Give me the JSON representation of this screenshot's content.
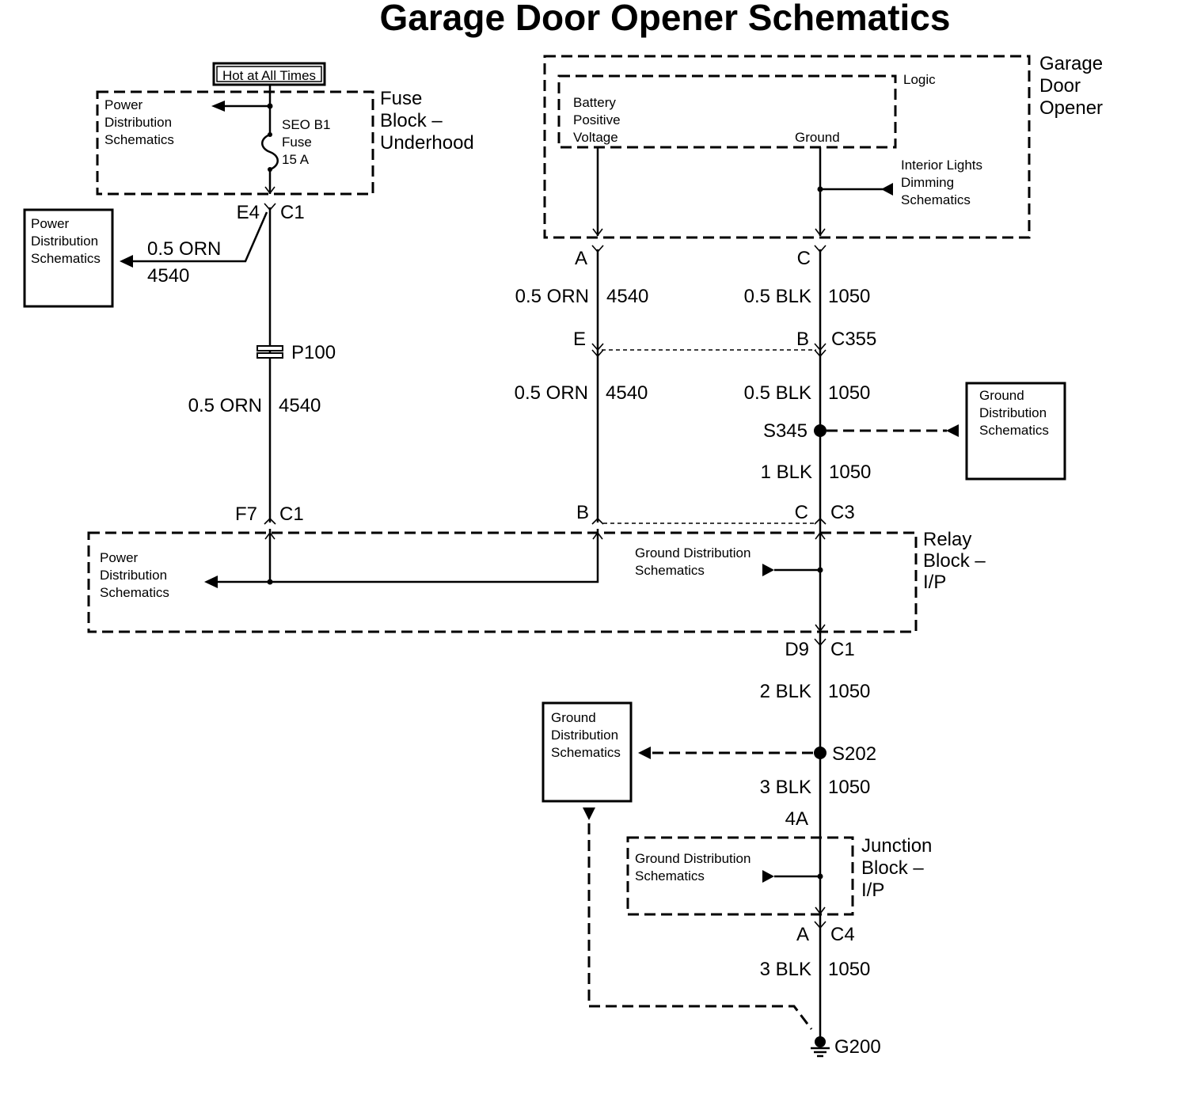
{
  "title": "Garage Door Opener Schematics",
  "power": {
    "hot_label": "Hot at All Times",
    "fuse_block": {
      "name": [
        "Fuse",
        "Block –",
        "Underhood"
      ],
      "ref": [
        "Power",
        "Distribution",
        "Schematics"
      ],
      "fuse": [
        "SEO B1",
        "Fuse",
        "15 A"
      ]
    },
    "conn_e4": {
      "pin": "E4",
      "conn": "C1"
    },
    "side_ref": [
      "Power",
      "Distribution",
      "Schematics"
    ],
    "branch_wire": {
      "color": "0.5 ORN",
      "circuit": "4540"
    },
    "pass": "P100",
    "wire": {
      "color": "0.5 ORN",
      "circuit": "4540"
    },
    "conn_f7": {
      "pin": "F7",
      "conn": "C1"
    }
  },
  "opener": {
    "name": [
      "Garage",
      "Door",
      "Opener"
    ],
    "logic": "Logic",
    "bpv": [
      "Battery",
      "Positive",
      "Voltage"
    ],
    "ground": "Ground",
    "dimming_ref": [
      "Interior Lights",
      "Dimming",
      "Schematics"
    ],
    "pin_a": "A",
    "pin_c": "C",
    "wire_a1": {
      "color": "0.5 ORN",
      "circuit": "4540"
    },
    "wire_c1": {
      "color": "0.5 BLK",
      "circuit": "1050"
    },
    "c355": {
      "pin_e": "E",
      "pin_b": "B",
      "conn": "C355"
    },
    "wire_a2": {
      "color": "0.5 ORN",
      "circuit": "4540"
    },
    "wire_c2": {
      "color": "0.5 BLK",
      "circuit": "1050"
    },
    "splice_s345": "S345",
    "gd_ref_1": [
      "Ground",
      "Distribution",
      "Schematics"
    ],
    "wire_c3": {
      "color": "1 BLK",
      "circuit": "1050"
    },
    "c3": {
      "pin_b": "B",
      "pin_c": "C",
      "conn": "C3"
    }
  },
  "relay": {
    "name": [
      "Relay",
      "Block –",
      "I/P"
    ],
    "power_ref": [
      "Power",
      "Distribution",
      "Schematics"
    ],
    "ground_ref": [
      "Ground Distribution",
      "Schematics"
    ],
    "conn_d9": {
      "pin": "D9",
      "conn": "C1"
    }
  },
  "lower": {
    "wire_1": {
      "color": "2 BLK",
      "circuit": "1050"
    },
    "splice_s202": "S202",
    "gd_ref_2": [
      "Ground",
      "Distribution",
      "Schematics"
    ],
    "wire_2": {
      "color": "3 BLK",
      "circuit": "1050"
    },
    "pin_4a": "4A",
    "junction": {
      "name": [
        "Junction",
        "Block –",
        "I/P"
      ],
      "ground_ref": [
        "Ground Distribution",
        "Schematics"
      ]
    },
    "c4": {
      "pin": "A",
      "conn": "C4"
    },
    "wire_3": {
      "color": "3 BLK",
      "circuit": "1050"
    },
    "ground_g200": "G200"
  }
}
